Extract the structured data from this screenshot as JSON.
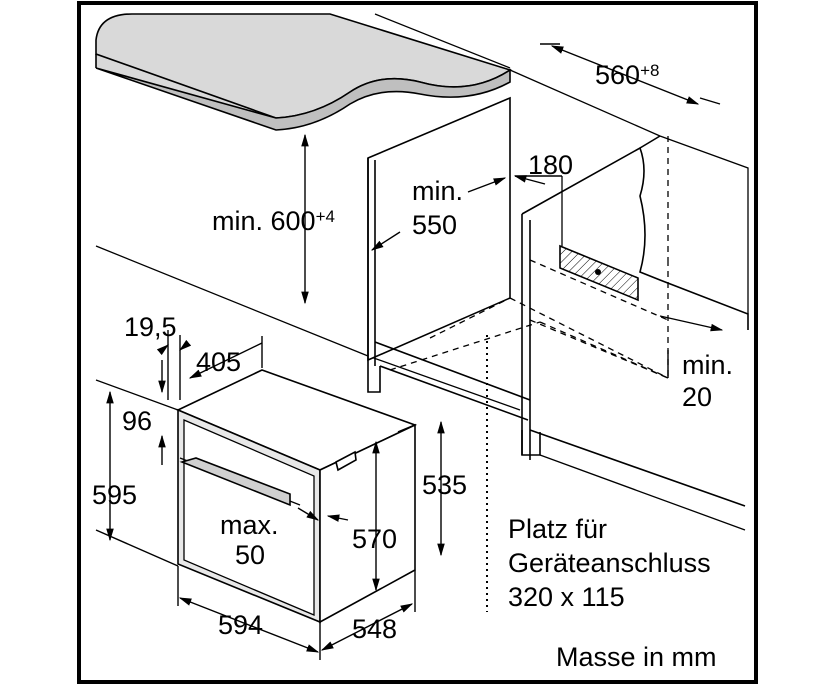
{
  "labels": {
    "min_600": "min. 600",
    "min_600_sup": "+4",
    "w560": "560",
    "w560_sup": "+8",
    "min_550_l1": "min.",
    "min_550_l2": "550",
    "d180": "180",
    "d19_5": "19,5",
    "d405": "405",
    "d96": "96",
    "d595": "595",
    "d535": "535",
    "max50_l1": "max.",
    "max50_l2": "50",
    "d570": "570",
    "d594": "594",
    "d548": "548",
    "min20_l1": "min.",
    "min20_l2": "20",
    "platz_l1": "Platz für",
    "platz_l2": "Geräteanschluss",
    "platz_l3": "320 x 115",
    "masse": "Masse in mm"
  }
}
